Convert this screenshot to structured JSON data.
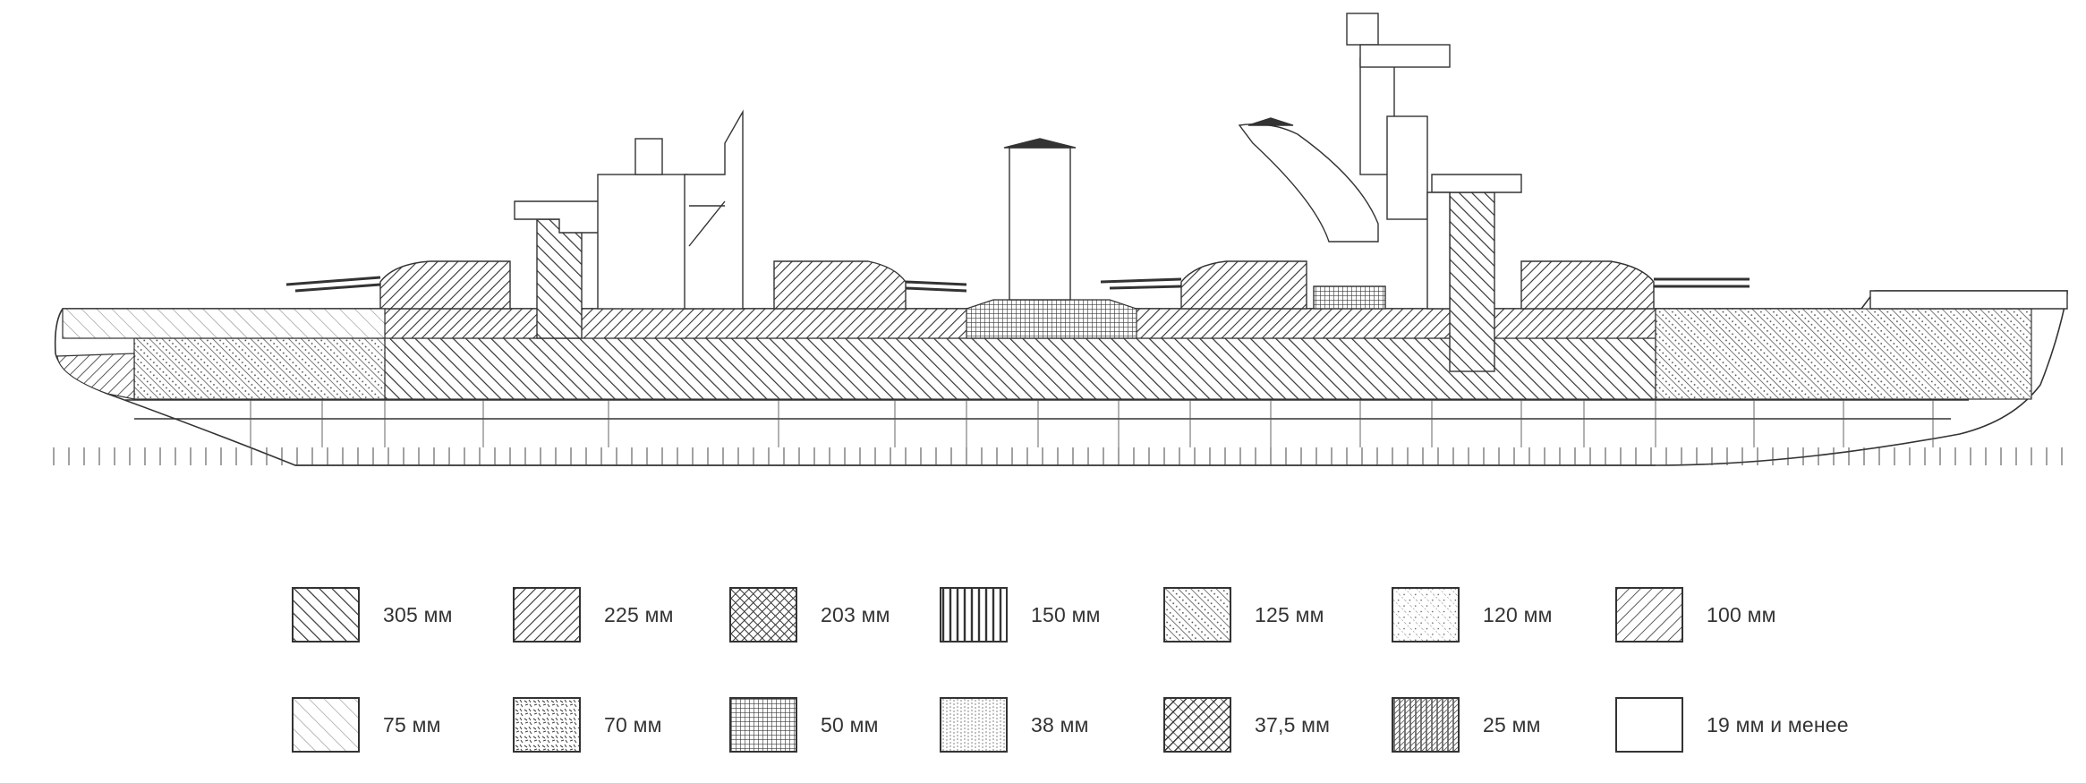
{
  "legend": {
    "row1": [
      {
        "label": "305 мм",
        "pattern": "p305"
      },
      {
        "label": "225 мм",
        "pattern": "p225"
      },
      {
        "label": "203 мм",
        "pattern": "p203"
      },
      {
        "label": "150 мм",
        "pattern": "p150"
      },
      {
        "label": "125 мм",
        "pattern": "p125"
      },
      {
        "label": "120 мм",
        "pattern": "p120"
      },
      {
        "label": "100 мм",
        "pattern": "p100"
      }
    ],
    "row2": [
      {
        "label": "75 мм",
        "pattern": "p75"
      },
      {
        "label": "70 мм",
        "pattern": "p70"
      },
      {
        "label": "50 мм",
        "pattern": "p50"
      },
      {
        "label": "38 мм",
        "pattern": "p38"
      },
      {
        "label": "37,5 мм",
        "pattern": "p37"
      },
      {
        "label": "25 мм",
        "pattern": "p25"
      },
      {
        "label": "19 мм и менее",
        "pattern": "p19"
      }
    ]
  },
  "colors": {
    "ink": "#333333",
    "paper": "#ffffff"
  }
}
